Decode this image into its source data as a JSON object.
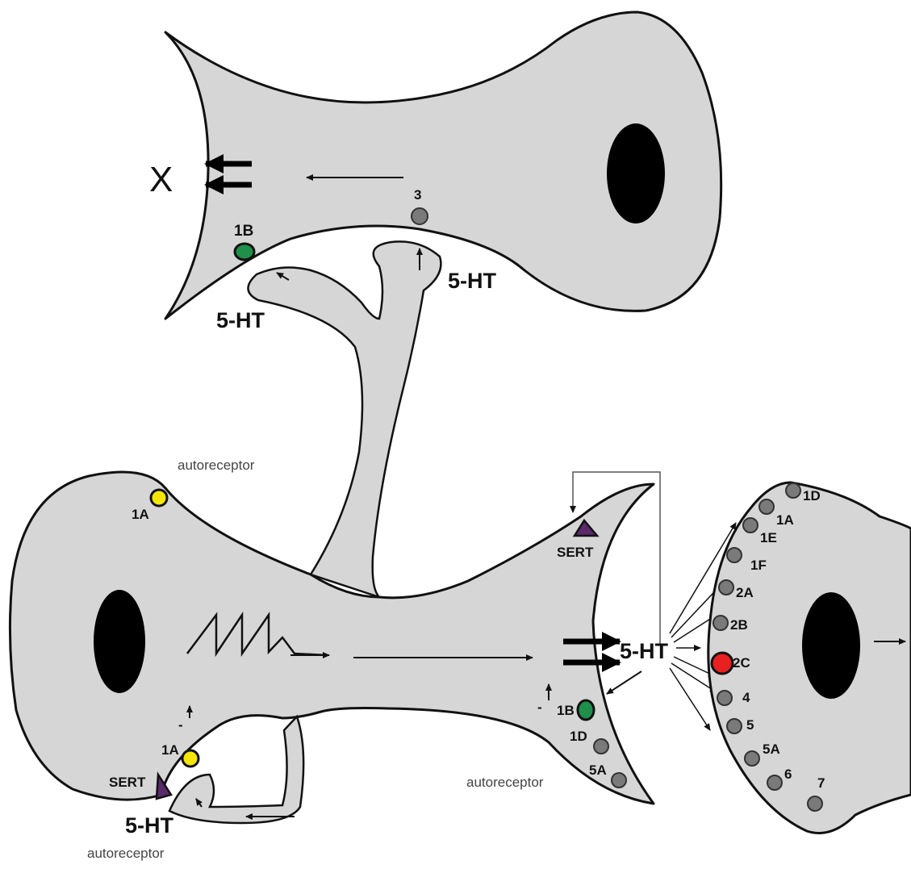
{
  "colors": {
    "cell_fill": "#d6d6d6",
    "outline": "#111111",
    "receptor_1A": "#f5e60a",
    "receptor_1B": "#1f8f4a",
    "receptor_2C": "#e82020",
    "receptor_other": "#7a7a7a",
    "sert": "#5a2a6a"
  },
  "labels": {
    "neurotransmitter": "5-HT",
    "sert": "SERT",
    "autoreceptor": "autoreceptor",
    "blocked": "X",
    "r_3": "3",
    "r_1B": "1B",
    "r_1A": "1A",
    "r_1D": "1D",
    "r_5A": "5A",
    "minus_sign": "-"
  },
  "postsynaptic_receptors": [
    "1D",
    "1A",
    "1E",
    "1F",
    "2A",
    "2B",
    "2C",
    "4",
    "5",
    "5A",
    "6",
    "7"
  ],
  "highlighted_receptor": "2C"
}
